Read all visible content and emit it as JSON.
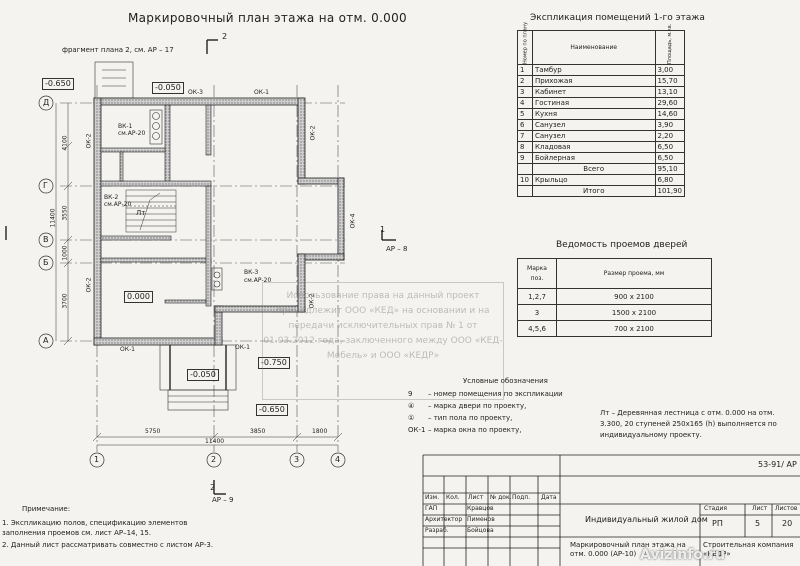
{
  "plan": {
    "title": "Маркировочный план этажа на отм. 0.000",
    "fragment": "фрагмент плана 2, см. АР – 17",
    "axes_letters": [
      "Д",
      "Г",
      "В",
      "Б",
      "А"
    ],
    "axes_numbers": [
      "1",
      "2",
      "3",
      "4"
    ],
    "dims_left": [
      "4100",
      "3550",
      "11400",
      "1000",
      "3700"
    ],
    "dims_bottom": [
      "5750",
      "3850",
      "1800",
      "11400"
    ],
    "levels": [
      "-0.650",
      "-0.050",
      "-0.750",
      "-0.050",
      "-0.650"
    ],
    "rooms_small": [
      "0.000"
    ],
    "window_marks": [
      "ОК-3",
      "ОК-1",
      "ОК-2",
      "ОК-2",
      "ОК-4",
      "ОК-2",
      "ОК-1",
      "ОК-1",
      "ОК-2"
    ],
    "vk": [
      {
        "name": "ВК-1",
        "ref": "см.АР-20"
      },
      {
        "name": "ВК-2",
        "ref": "см.АР-20"
      },
      {
        "name": "ВК-3",
        "ref": "см.АР-20"
      }
    ],
    "section_2": "2",
    "section_1": "1",
    "ar8": "АР – 8",
    "ar9": "АР – 9",
    "lt": "Лт"
  },
  "rooms_table": {
    "title": "Экспликация помещений 1-го этажа",
    "headers": [
      "Номер по плану",
      "Наименование",
      "Площадь, м.кв."
    ],
    "rows": [
      [
        "1",
        "Тамбур",
        "3,00"
      ],
      [
        "2",
        "Прихожая",
        "15,70"
      ],
      [
        "3",
        "Кабинет",
        "13,10"
      ],
      [
        "4",
        "Гостиная",
        "29,60"
      ],
      [
        "5",
        "Кухня",
        "14,60"
      ],
      [
        "6",
        "Санузел",
        "3,90"
      ],
      [
        "7",
        "Санузел",
        "2,20"
      ],
      [
        "8",
        "Кладовая",
        "6,50"
      ],
      [
        "9",
        "Бойлерная",
        "6,50"
      ],
      [
        "",
        "Всего",
        "95,10"
      ],
      [
        "10",
        "Крыльцо",
        "6,80"
      ],
      [
        "",
        "Итого",
        "101,90"
      ]
    ]
  },
  "doors_table": {
    "title": "Ведомость проемов дверей",
    "headers": [
      "Марка поз.",
      "Размер проема, мм"
    ],
    "rows": [
      [
        "1,2,7",
        "900 x 2100"
      ],
      [
        "3",
        "1500 x 2100"
      ],
      [
        "4,5,6",
        "700 x 2100"
      ]
    ]
  },
  "legend": {
    "title": "Условные обозначения",
    "items": [
      {
        "sym": "9",
        "text": "– номер помещения по экспликации"
      },
      {
        "sym": "④",
        "text": "– марка двери по проекту,"
      },
      {
        "sym": "①",
        "text": "– тип пола по проекту,"
      },
      {
        "sym": "ОК-1",
        "text": "– марка окна по проекту,"
      }
    ],
    "stair_note": "Лт – Деревянная лестница с отм. 0.000 на отм. 3.300, 20 ступеней 250x165 (h) выполняется по индивидуальному проекту."
  },
  "notes": {
    "title": "Примечание:",
    "items": [
      "1. Экспликацию полов, спецификацию элементов заполнения проемов см. лист АР–14, 15.",
      "2. Данный лист рассматривать совместно с листом АР-3."
    ]
  },
  "watermark": "Использование права на данный проект принадлежит ООО «КЕД» на основании и на передачи исключительных прав № 1 от 01.03.2012 года, заключенного между ООО «КЕД-Мебель» и ООО «КЕДР»",
  "stamp": {
    "code": "53-91/ АР",
    "header": [
      "Изм.",
      "Кол.",
      "Лист",
      "№ док.",
      "Подп.",
      "Дата"
    ],
    "people": [
      [
        "ГАП",
        "Кравцов"
      ],
      [
        "Архитектор",
        "Пименов"
      ],
      [
        "Разраб.",
        "Бойцова"
      ]
    ],
    "object": "Индивидуальный жилой дом",
    "sheet_title": "Маркировочный план этажа на отм. 0.000 (АР-10)",
    "stage_headers": [
      "Стадия",
      "Лист",
      "Листов"
    ],
    "stage_values": [
      "РП",
      "5",
      "20"
    ],
    "company": "Строительная компания «КЕДР»",
    "site": "Avizinfo.ru"
  }
}
